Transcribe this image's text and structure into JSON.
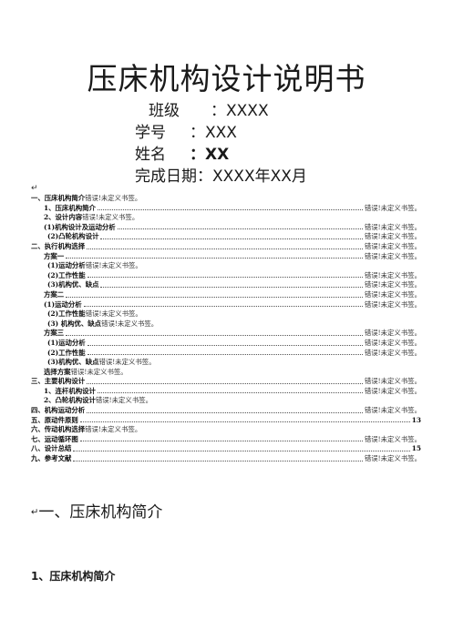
{
  "doc": {
    "title": "压床机构设计说明书",
    "class_label": "班级",
    "class_value": "：XXXX",
    "id_label": "学号",
    "id_value": "：XXX",
    "name_label": "姓名",
    "name_value": "：XX",
    "date_label": "完成日期：",
    "date_value": "XXXX年XX月",
    "marker": "↵"
  },
  "toc": [
    {
      "label": "一、压床机构简介",
      "page": "错误!未定义书签。",
      "dots": false,
      "level": 1
    },
    {
      "label": "1、压床机构简介",
      "page": "错误!未定义书签。",
      "dots": true,
      "level": 2
    },
    {
      "label": "2、设计内容",
      "page": "错误!未定义书签。",
      "dots": false,
      "level": 2
    },
    {
      "label": "(1)机构设计及运动分析",
      "page": "错误!未定义书签。",
      "dots": true,
      "level": 2
    },
    {
      "label": "(2)凸轮机构设计",
      "page": "错误!未定义书签。",
      "dots": true,
      "level": 3
    },
    {
      "label": "二、执行机构选择",
      "page": "错误!未定义书签。",
      "dots": true,
      "level": 1
    },
    {
      "label": "方案一",
      "page": "错误!未定义书签。",
      "dots": true,
      "level": 2
    },
    {
      "label": "(1)运动分析",
      "page": "错误!未定义书签。",
      "dots": false,
      "level": 3
    },
    {
      "label": "(2)工作性能",
      "page": "错误!未定义书签。",
      "dots": true,
      "level": 3
    },
    {
      "label": "(3)机构优、缺点",
      "page": "错误!未定义书签。",
      "dots": true,
      "level": 3
    },
    {
      "label": "方案二",
      "page": "错误!未定义书签。",
      "dots": true,
      "level": 2
    },
    {
      "label": "(1)运动分析",
      "page": "错误!未定义书签。",
      "dots": true,
      "level": 2
    },
    {
      "label": "(2)工作性能",
      "page": "错误!未定义书签。",
      "dots": false,
      "level": 3
    },
    {
      "label": "(3) 机构优、缺点",
      "page": "错误!未定义书签。",
      "dots": false,
      "level": 3
    },
    {
      "label": "方案三",
      "page": "错误!未定义书签。",
      "dots": true,
      "level": 2
    },
    {
      "label": "(1)运动分析",
      "page": "错误!未定义书签。",
      "dots": true,
      "level": 3
    },
    {
      "label": "(2)工作性能",
      "page": "错误!未定义书签。",
      "dots": true,
      "level": 3
    },
    {
      "label": "(3)机构优、缺点",
      "page": "错误!未定义书签。",
      "dots": false,
      "level": 3
    },
    {
      "label": "选择方案",
      "page": "错误!未定义书签。",
      "dots": false,
      "level": 2
    },
    {
      "label": "三、主要机构设计",
      "page": "错误!未定义书签。",
      "dots": true,
      "level": 1
    },
    {
      "label": "1、连杆机构设计",
      "page": "错误!未定义书签。",
      "dots": true,
      "level": 2
    },
    {
      "label": "2、凸轮机构设计",
      "page": "错误!未定义书签。",
      "dots": false,
      "level": 2
    },
    {
      "label": "四、机构运动分析",
      "page": "错误!未定义书签。",
      "dots": true,
      "level": 1
    },
    {
      "label": "五、原动件原则",
      "page": "13",
      "dots": true,
      "level": 1
    },
    {
      "label": "六、传动机构选择",
      "page": "错误!未定义书签。",
      "dots": false,
      "level": 1
    },
    {
      "label": "七、运动循环图",
      "page": "错误!未定义书签。",
      "dots": true,
      "level": 1
    },
    {
      "label": "八、设计总结",
      "page": "15",
      "dots": true,
      "level": 1
    },
    {
      "label": "九、参考文献",
      "page": "错误!未定义书签。",
      "dots": true,
      "level": 1
    }
  ],
  "section": {
    "marker": "↵",
    "h1": "一、压床机构简介",
    "h2": "1、压床机构简介"
  }
}
